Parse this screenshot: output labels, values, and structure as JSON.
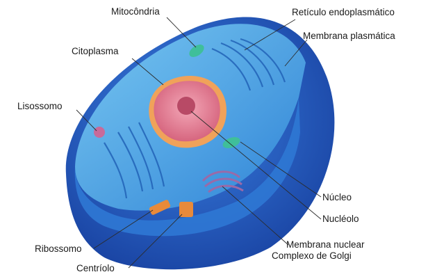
{
  "labels": {
    "mitocondria": "Mitocôndria",
    "reticulo": "Retículo endoplasmático",
    "membrana_plasmatica": "Membrana plasmática",
    "citoplasma": "Citoplasma",
    "lisossomo": "Lisossomo",
    "nucleo": "Núcleo",
    "nucleolo": "Nucléolo",
    "ribossomo": "Ribossomo",
    "membrana_nuclear": "Membrana nuclear",
    "complexo_golgi": "Complexo de Golgi",
    "centriolo": "Centríolo"
  },
  "colors": {
    "background": "#ffffff",
    "cell_outer": "#2457c8",
    "cell_cytoplasm": "#3f9de6",
    "nucleus": "#e27a8e",
    "nucleus_rim": "#f0a25a",
    "golgi": "#9a6aa8",
    "centriole": "#e88a3a",
    "mitochondria": "#3fbf9a",
    "leader_line": "#2b2b2b"
  },
  "icons": [
    "cell-diagram"
  ]
}
